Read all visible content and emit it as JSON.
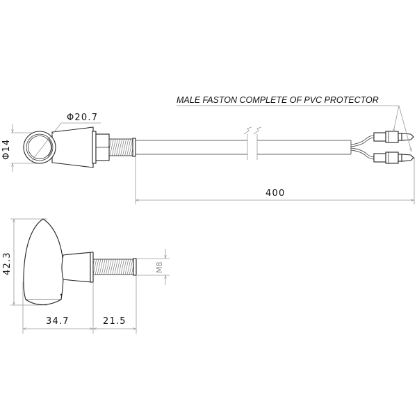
{
  "drawing": {
    "subject": "turn signal indicator technical drawing",
    "top_view": {
      "note": "MALE FASTON COMPLETE OF PVC PROTECTOR",
      "dimensions": {
        "lens_diameter": "Φ20.7",
        "inner_diameter": "Φ14",
        "cable_length": "400"
      }
    },
    "side_view": {
      "dimensions": {
        "height": "42.3",
        "body_length": "34.7",
        "thread_length": "21.5",
        "thread_size": "M8"
      }
    },
    "colors": {
      "line": "#222222",
      "dimension_line": "#9a9a9a",
      "background": "#ffffff"
    }
  }
}
